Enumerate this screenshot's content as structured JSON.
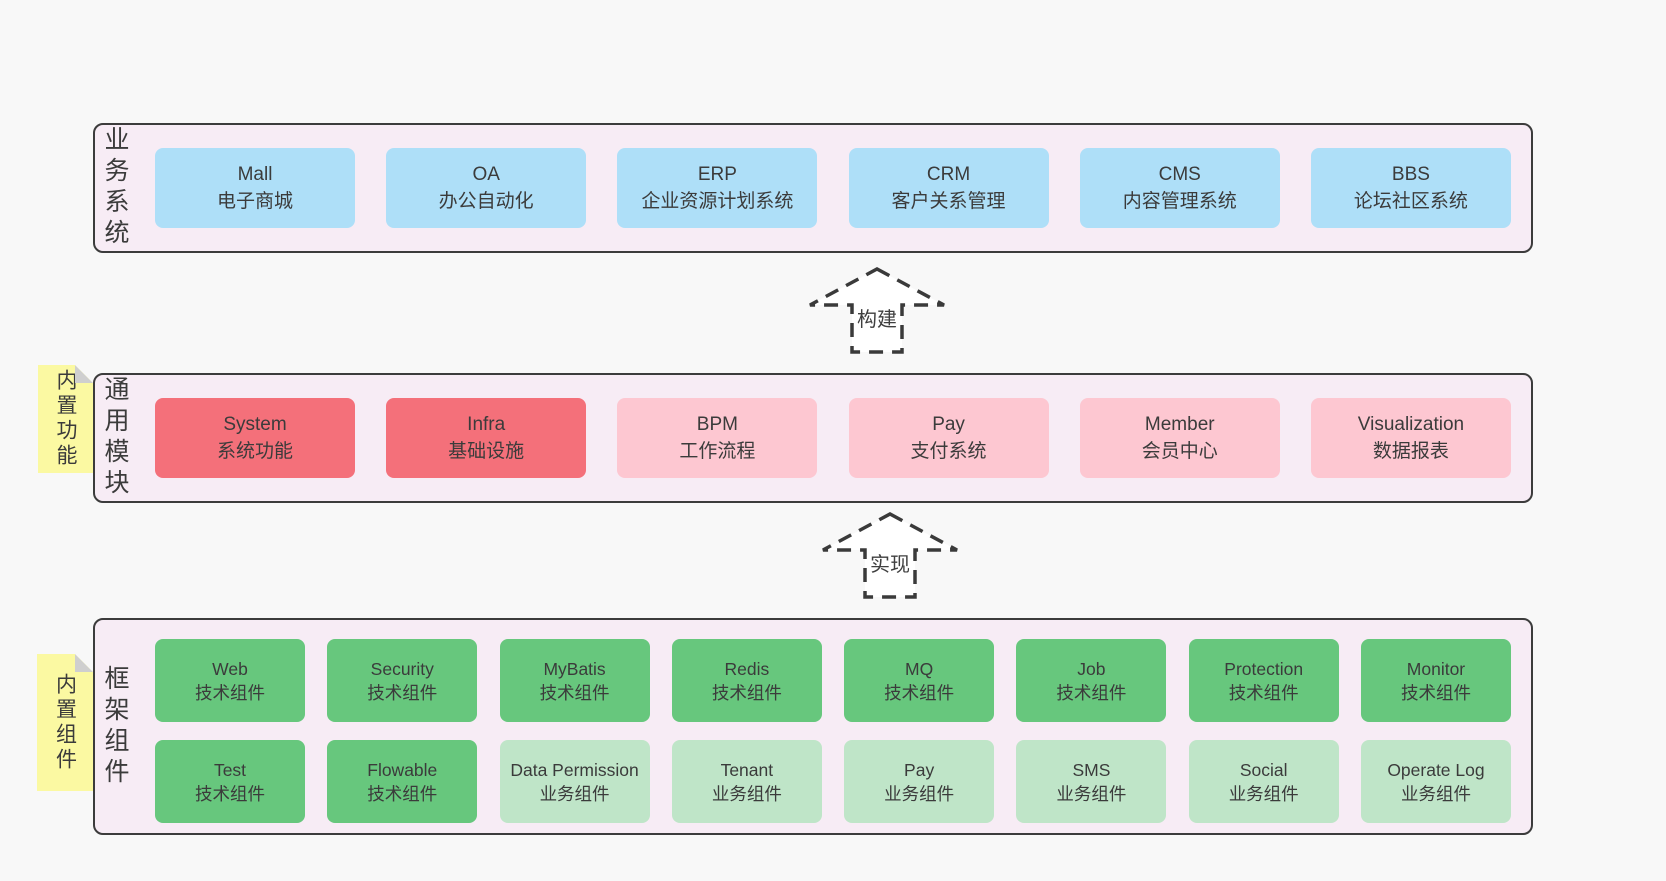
{
  "colors": {
    "page_bg": "#f8f8f8",
    "layer_bg": "#f7ecf5",
    "layer_border": "#3c3c3c",
    "blue": "#aedff8",
    "red": "#f4707a",
    "pink": "#fdc7d1",
    "green_dark": "#67c77d",
    "green_light": "#bfe5c8",
    "note_bg": "#fbf9a2",
    "note_fold": "#cfcfcf",
    "text": "#3b3b3b"
  },
  "arrows": {
    "build": "构建",
    "implement": "实现"
  },
  "notes": {
    "functions": "内置功能",
    "components": "内置组件"
  },
  "layers": {
    "business": {
      "label": "业务系统",
      "boxes": [
        {
          "title": "Mall",
          "subtitle": "电子商城",
          "variant": "blue"
        },
        {
          "title": "OA",
          "subtitle": "办公自动化",
          "variant": "blue"
        },
        {
          "title": "ERP",
          "subtitle": "企业资源计划系统",
          "variant": "blue"
        },
        {
          "title": "CRM",
          "subtitle": "客户关系管理",
          "variant": "blue"
        },
        {
          "title": "CMS",
          "subtitle": "内容管理系统",
          "variant": "blue"
        },
        {
          "title": "BBS",
          "subtitle": "论坛社区系统",
          "variant": "blue"
        }
      ]
    },
    "modules": {
      "label": "通用模块",
      "boxes": [
        {
          "title": "System",
          "subtitle": "系统功能",
          "variant": "red"
        },
        {
          "title": "Infra",
          "subtitle": "基础设施",
          "variant": "red"
        },
        {
          "title": "BPM",
          "subtitle": "工作流程",
          "variant": "pink"
        },
        {
          "title": "Pay",
          "subtitle": "支付系统",
          "variant": "pink"
        },
        {
          "title": "Member",
          "subtitle": "会员中心",
          "variant": "pink"
        },
        {
          "title": "Visualization",
          "subtitle": "数据报表",
          "variant": "pink"
        }
      ]
    },
    "components": {
      "label": "框架组件",
      "row1": [
        {
          "title": "Web",
          "subtitle": "技术组件",
          "variant": "green-dark"
        },
        {
          "title": "Security",
          "subtitle": "技术组件",
          "variant": "green-dark"
        },
        {
          "title": "MyBatis",
          "subtitle": "技术组件",
          "variant": "green-dark"
        },
        {
          "title": "Redis",
          "subtitle": "技术组件",
          "variant": "green-dark"
        },
        {
          "title": "MQ",
          "subtitle": "技术组件",
          "variant": "green-dark"
        },
        {
          "title": "Job",
          "subtitle": "技术组件",
          "variant": "green-dark"
        },
        {
          "title": "Protection",
          "subtitle": "技术组件",
          "variant": "green-dark"
        },
        {
          "title": "Monitor",
          "subtitle": "技术组件",
          "variant": "green-dark"
        }
      ],
      "row2": [
        {
          "title": "Test",
          "subtitle": "技术组件",
          "variant": "green-dark"
        },
        {
          "title": "Flowable",
          "subtitle": "技术组件",
          "variant": "green-dark"
        },
        {
          "title": "Data Permission",
          "subtitle": "业务组件",
          "variant": "green-light"
        },
        {
          "title": "Tenant",
          "subtitle": "业务组件",
          "variant": "green-light"
        },
        {
          "title": "Pay",
          "subtitle": "业务组件",
          "variant": "green-light"
        },
        {
          "title": "SMS",
          "subtitle": "业务组件",
          "variant": "green-light"
        },
        {
          "title": "Social",
          "subtitle": "业务组件",
          "variant": "green-light"
        },
        {
          "title": "Operate Log",
          "subtitle": "业务组件",
          "variant": "green-light"
        }
      ]
    }
  }
}
